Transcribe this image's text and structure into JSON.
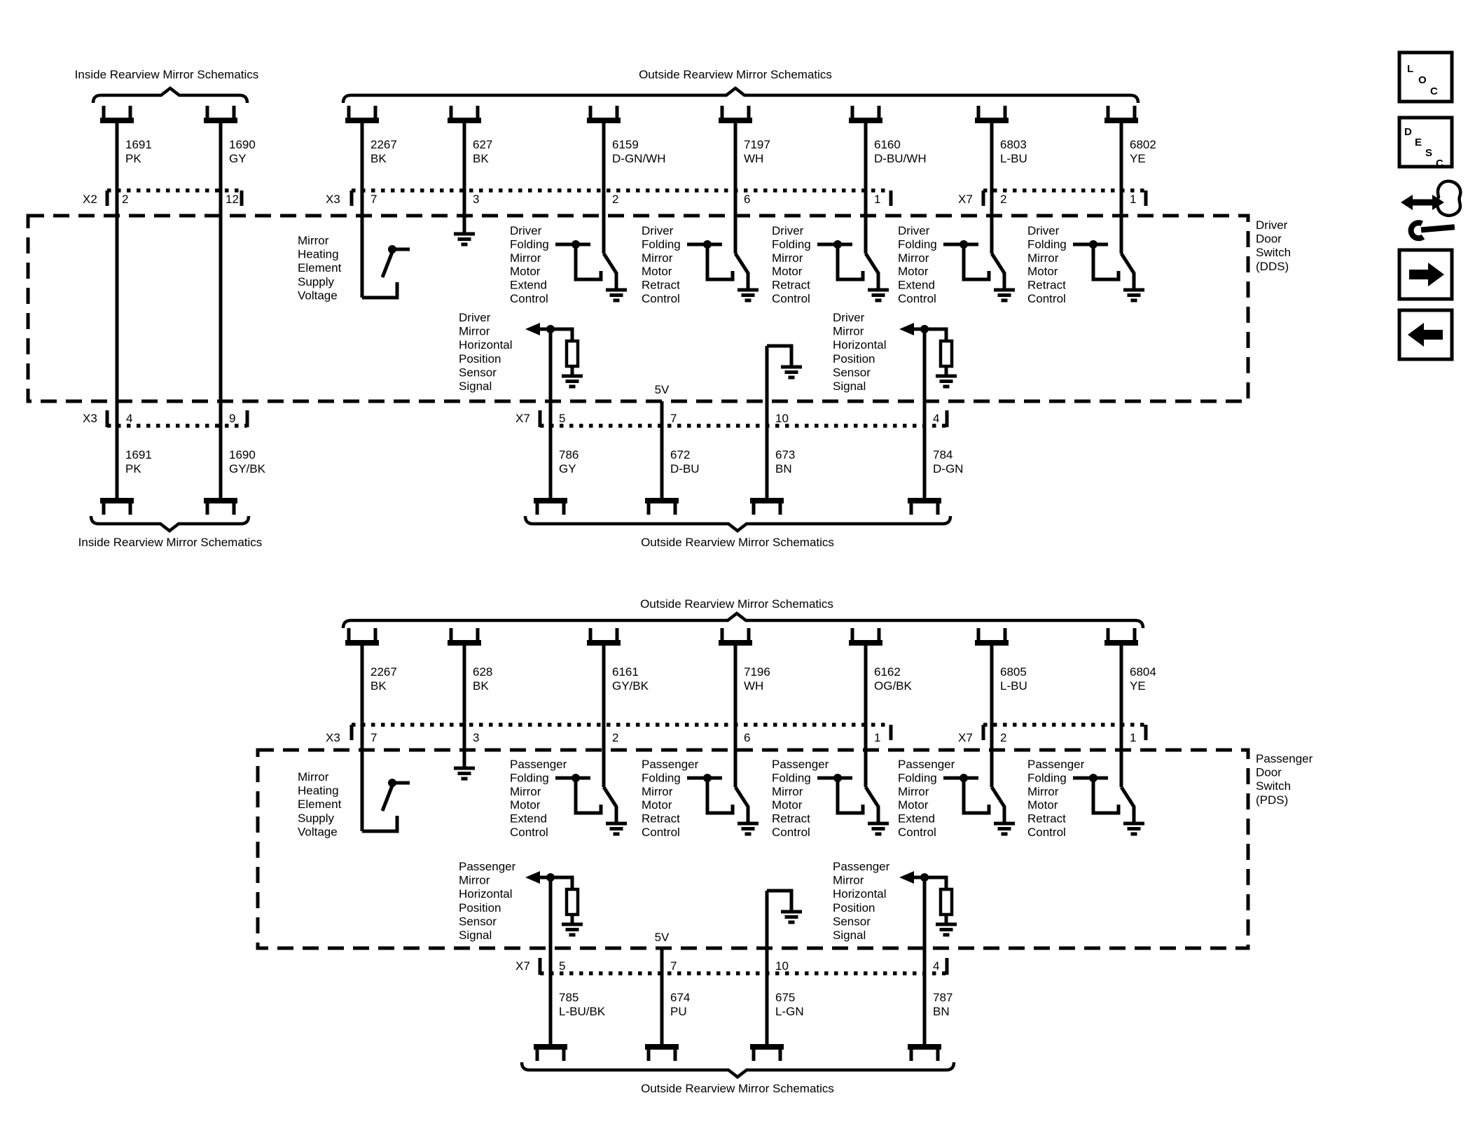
{
  "driver": {
    "titles": {
      "top_inside": "Inside Rearview Mirror Schematics",
      "top_outside": "Outside Rearview Mirror Schematics",
      "bottom_inside": "Inside Rearview Mirror Schematics",
      "bottom_outside": "Outside Rearview Mirror Schematics"
    },
    "box_label": [
      "Driver",
      "Door",
      "Switch",
      "(DDS)"
    ],
    "connectors": {
      "x2": "X2",
      "x3_top": "X3",
      "x7_top": "X7",
      "x3_bottom": "X3",
      "x7_bottom": "X7"
    },
    "supply": "5V",
    "heating_label": [
      "Mirror",
      "Heating",
      "Element",
      "Supply",
      "Voltage"
    ],
    "sensor_label": [
      "Driver",
      "Mirror",
      "Horizontal",
      "Position",
      "Sensor",
      "Signal"
    ],
    "fold_labels": [
      {
        "lines": [
          "Driver",
          "Folding",
          "Mirror",
          "Motor",
          "Extend",
          "Control"
        ]
      },
      {
        "lines": [
          "Driver",
          "Folding",
          "Mirror",
          "Motor",
          "Retract",
          "Control"
        ]
      },
      {
        "lines": [
          "Driver",
          "Folding",
          "Mirror",
          "Motor",
          "Retract",
          "Control"
        ]
      },
      {
        "lines": [
          "Driver",
          "Folding",
          "Mirror",
          "Motor",
          "Extend",
          "Control"
        ]
      },
      {
        "lines": [
          "Driver",
          "Folding",
          "Mirror",
          "Motor",
          "Retract",
          "Control"
        ]
      }
    ],
    "top_wires": [
      {
        "id": "1691",
        "color": "PK",
        "pin": "2"
      },
      {
        "id": "1690",
        "color": "GY",
        "pin": "12"
      },
      {
        "id": "2267",
        "color": "BK",
        "pin": "7"
      },
      {
        "id": "627",
        "color": "BK",
        "pin": "3"
      },
      {
        "id": "6159",
        "color": "D-GN/WH",
        "pin": "2"
      },
      {
        "id": "7197",
        "color": "WH",
        "pin": "6"
      },
      {
        "id": "6160",
        "color": "D-BU/WH",
        "pin": "1"
      },
      {
        "id": "6803",
        "color": "L-BU",
        "pin": "2"
      },
      {
        "id": "6802",
        "color": "YE",
        "pin": "1"
      }
    ],
    "bottom_wires": [
      {
        "pin": "4",
        "id": "1691",
        "color": "PK"
      },
      {
        "pin": "9",
        "id": "1690",
        "color": "GY/BK"
      },
      {
        "pin": "5",
        "id": "786",
        "color": "GY"
      },
      {
        "pin": "7",
        "id": "672",
        "color": "D-BU"
      },
      {
        "pin": "10",
        "id": "673",
        "color": "BN"
      },
      {
        "pin": "4",
        "id": "784",
        "color": "D-GN"
      }
    ]
  },
  "passenger": {
    "titles": {
      "top_outside": "Outside Rearview Mirror Schematics",
      "bottom_outside": "Outside Rearview Mirror Schematics"
    },
    "box_label": [
      "Passenger",
      "Door",
      "Switch",
      "(PDS)"
    ],
    "connectors": {
      "x3_top": "X3",
      "x7_top": "X7",
      "x7_bottom": "X7"
    },
    "supply": "5V",
    "heating_label": [
      "Mirror",
      "Heating",
      "Element",
      "Supply",
      "Voltage"
    ],
    "sensor_label": [
      "Passenger",
      "Mirror",
      "Horizontal",
      "Position",
      "Sensor",
      "Signal"
    ],
    "fold_labels": [
      {
        "lines": [
          "Passenger",
          "Folding",
          "Mirror",
          "Motor",
          "Extend",
          "Control"
        ]
      },
      {
        "lines": [
          "Passenger",
          "Folding",
          "Mirror",
          "Motor",
          "Retract",
          "Control"
        ]
      },
      {
        "lines": [
          "Passenger",
          "Folding",
          "Mirror",
          "Motor",
          "Retract",
          "Control"
        ]
      },
      {
        "lines": [
          "Passenger",
          "Folding",
          "Mirror",
          "Motor",
          "Extend",
          "Control"
        ]
      },
      {
        "lines": [
          "Passenger",
          "Folding",
          "Mirror",
          "Motor",
          "Retract",
          "Control"
        ]
      }
    ],
    "top_wires": [
      {
        "id": "2267",
        "color": "BK",
        "pin": "7"
      },
      {
        "id": "628",
        "color": "BK",
        "pin": "3"
      },
      {
        "id": "6161",
        "color": "GY/BK",
        "pin": "2"
      },
      {
        "id": "7196",
        "color": "WH",
        "pin": "6"
      },
      {
        "id": "6162",
        "color": "OG/BK",
        "pin": "1"
      },
      {
        "id": "6805",
        "color": "L-BU",
        "pin": "2"
      },
      {
        "id": "6804",
        "color": "YE",
        "pin": "1"
      }
    ],
    "bottom_wires": [
      {
        "pin": "5",
        "id": "785",
        "color": "L-BU/BK"
      },
      {
        "pin": "7",
        "id": "674",
        "color": "PU"
      },
      {
        "pin": "10",
        "id": "675",
        "color": "L-GN"
      },
      {
        "pin": "4",
        "id": "787",
        "color": "BN"
      }
    ]
  },
  "sidebar": {
    "loc_letters": [
      "L",
      "O",
      "C"
    ],
    "desc_letters": [
      "D",
      "E",
      "S",
      "C"
    ]
  },
  "colors": {
    "ink": "#000000",
    "background": "#ffffff"
  }
}
